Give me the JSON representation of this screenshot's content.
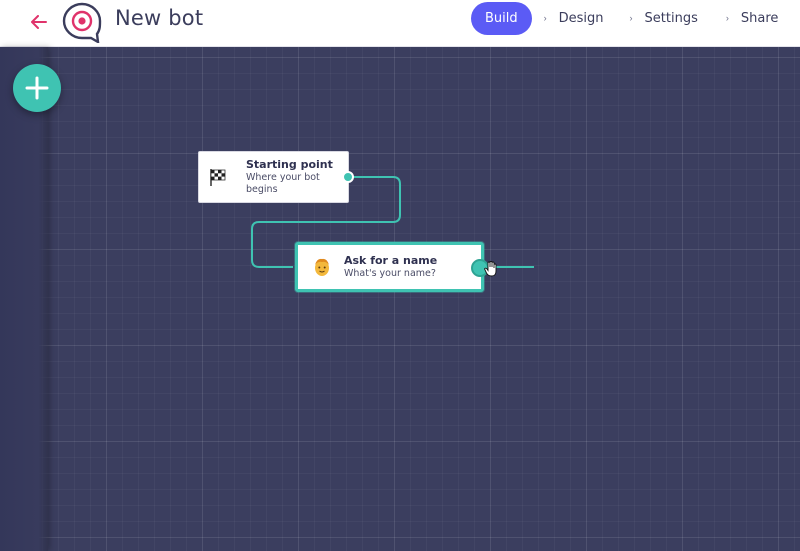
{
  "header": {
    "back_icon": "arrow-left-icon",
    "logo_icon": "bot-logo-icon",
    "title": "New bot",
    "steps": [
      {
        "label": "Build",
        "active": true
      },
      {
        "label": "Design",
        "active": false
      },
      {
        "label": "Settings",
        "active": false
      },
      {
        "label": "Share",
        "active": false
      }
    ],
    "separator": "›"
  },
  "canvas": {
    "add_button_icon": "plus-icon",
    "nodes": [
      {
        "id": "start",
        "icon": "checkered-flag-icon",
        "title": "Starting point",
        "subtitle": "Where your bot begins"
      },
      {
        "id": "ask-name",
        "icon": "face-icon",
        "title": "Ask for a name",
        "subtitle": "What's your name?"
      }
    ]
  },
  "colors": {
    "accent": "#3fc3b2",
    "primary": "#5b5bf5",
    "canvas_bg": "#3b3e5f",
    "back_arrow": "#e0336b"
  }
}
